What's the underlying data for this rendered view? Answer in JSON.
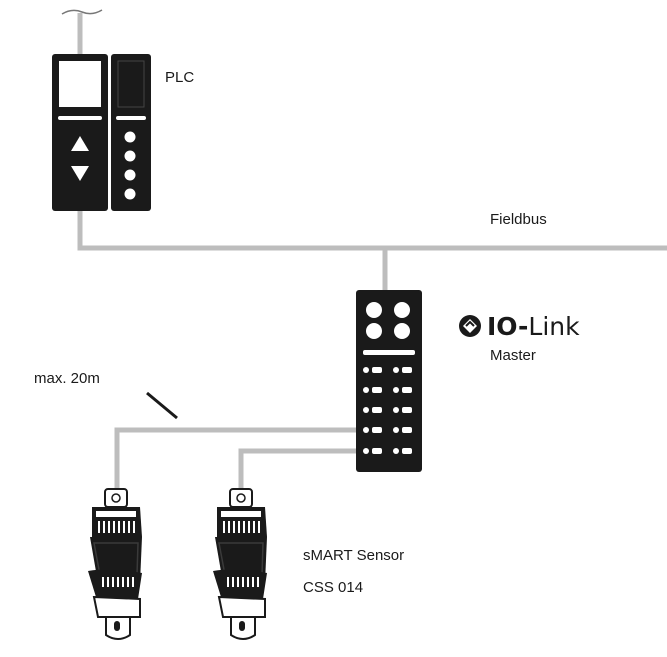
{
  "labels": {
    "plc": "PLC",
    "fieldbus": "Fieldbus",
    "master": "Master",
    "cable_length": "max. 20m",
    "sensor_name": "sMART Sensor",
    "sensor_model": "CSS 014"
  },
  "brand": {
    "io": "IO",
    "dash": "-",
    "link": "Link"
  },
  "colors": {
    "cable": "#bdbdbd",
    "device": "#1a1a1a",
    "text": "#1a1a1a"
  }
}
